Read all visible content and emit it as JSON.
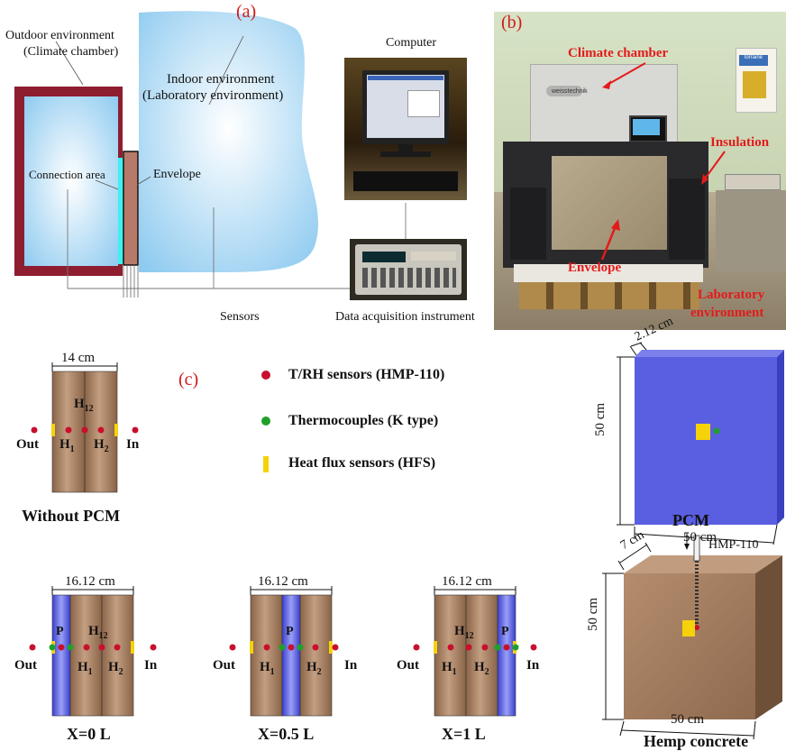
{
  "panel_a": {
    "label": "(a)",
    "outdoor_line1": "Outdoor environment",
    "outdoor_line2": "(Climate chamber)",
    "indoor_line1": "Indoor environment",
    "indoor_line2": "(Laboratory environment)",
    "connection_area": "Connection area",
    "envelope": "Envelope",
    "computer": "Computer",
    "sensors": "Sensors",
    "daq": "Data acquisition instrument"
  },
  "panel_b": {
    "label": "(b)",
    "climate_chamber": "Climate chamber",
    "insulation": "Insulation",
    "envelope": "Envelope",
    "laboratory_line1": "Laboratory",
    "laboratory_line2": "environment",
    "brand_weiss": "weisstechnik",
    "brand_lorraine": "lorraine"
  },
  "panel_c": {
    "label": "(c)",
    "legend": [
      {
        "text": "T/RH sensors (HMP-110)",
        "color": "#c8102e"
      },
      {
        "text": "Thermocouples (K type)",
        "color": "#1fa02a"
      },
      {
        "text": "Heat flux sensors (HFS)",
        "color": "#f5d20a"
      }
    ],
    "without": {
      "width": "14 cm",
      "h12": "H",
      "h12_sub": "12",
      "h1": "H",
      "h1_sub": "1",
      "h2": "H",
      "h2_sub": "2",
      "out": "Out",
      "in": "In",
      "caption": "Without PCM"
    },
    "x0": {
      "width": "16.12 cm",
      "p": "P",
      "h12": "H",
      "h12_sub": "12",
      "h1": "H",
      "h1_sub": "1",
      "h2": "H",
      "h2_sub": "2",
      "out": "Out",
      "in": "In",
      "caption": "X=0 L"
    },
    "x05": {
      "width": "16.12 cm",
      "p": "P",
      "h1": "H",
      "h1_sub": "1",
      "h2": "H",
      "h2_sub": "2",
      "out": "Out",
      "in": "In",
      "caption": "X=0.5 L"
    },
    "x1": {
      "width": "16.12 cm",
      "p": "P",
      "h12": "H",
      "h12_sub": "12",
      "h1": "H",
      "h1_sub": "1",
      "h2": "H",
      "h2_sub": "2",
      "out": "Out",
      "in": "In",
      "caption": "X=1 L"
    },
    "pcm": {
      "thickness": "2.12 cm",
      "height": "50 cm",
      "width": "50 cm",
      "caption": "PCM"
    },
    "hemp": {
      "thickness": "7 cm",
      "height": "50 cm",
      "width": "50 cm",
      "sensor": "HMP-110",
      "caption": "Hemp concrete"
    }
  },
  "colors": {
    "accent_red": "#d11a1a",
    "hemp": "#a77d5e",
    "pcm": "#5a5ee0",
    "sky": "#9ed3f3",
    "frame": "#8e1d30"
  }
}
